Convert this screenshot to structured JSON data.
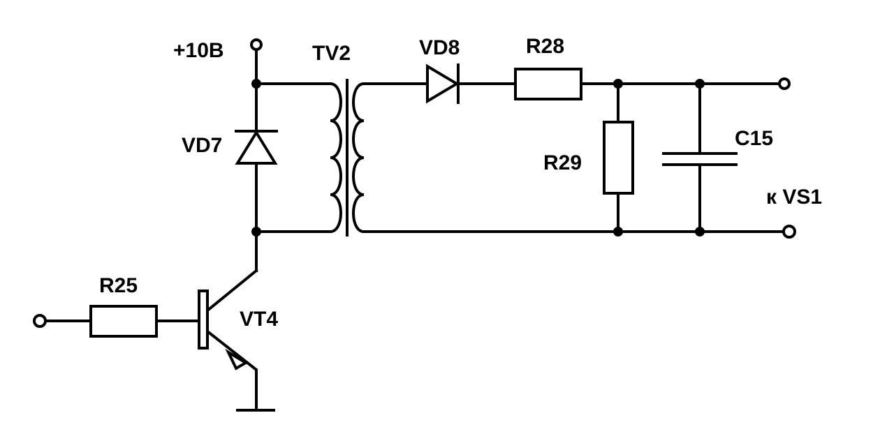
{
  "labels": {
    "supply": "+10В",
    "transformer": "TV2",
    "diode_clamp": "VD7",
    "diode_rect": "VD8",
    "resistor_series": "R28",
    "resistor_shunt": "R29",
    "capacitor": "C15",
    "output": "к VS1",
    "resistor_base": "R25",
    "transistor": "VT4"
  }
}
